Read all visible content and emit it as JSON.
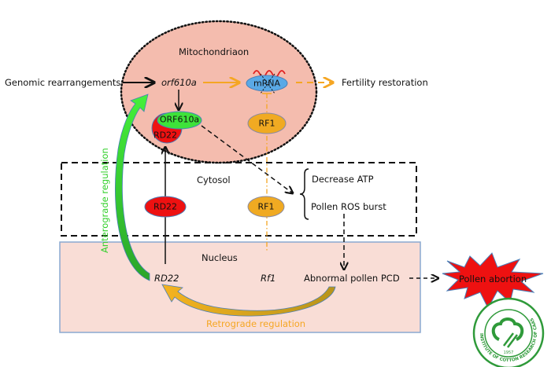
{
  "compartments": {
    "mitochondrion": {
      "label": "Mitochondriaon",
      "fill": "#f4bcae"
    },
    "cytosol": {
      "label": "Cytosol"
    },
    "nucleus": {
      "label": "Nucleus",
      "fill": "#f9ddd6",
      "border": "#8aa8d0"
    }
  },
  "labels": {
    "genomic": "Genomic rearrangements",
    "orf610a_gene": "orf610a",
    "fertility": "Fertility restoration",
    "decrease_atp": "Decrease ATP",
    "ros_burst": "Pollen ROS burst",
    "rd22_gene": "RD22",
    "rf1_gene": "Rf1",
    "pcd": "Abnormal pollen PCD",
    "anterograde": "Anterograde regulation",
    "retrograde": "Retrograde regulation",
    "pollen_abortion": "Pollen abortion"
  },
  "nodes": {
    "mrna": {
      "label": "mRNA",
      "fill": "#5aa9e6"
    },
    "orf610a_protein": {
      "label": "ORF610a",
      "fill": "#3ee23a"
    },
    "rd22_complex": {
      "label": "RD22",
      "fill": "#ee1111"
    },
    "rf1_mito": {
      "label": "RF1",
      "fill": "#f0aa22"
    },
    "rd22_cytosol": {
      "label": "RD22",
      "fill": "#ee1111"
    },
    "rf1_cytosol": {
      "label": "RF1",
      "fill": "#f0aa22"
    }
  },
  "colors": {
    "orange": "#f5a623",
    "green": "#34d02c",
    "black": "#111111",
    "wave": "#e02020",
    "starburst": "#ee1111"
  },
  "logo": {
    "name": "Institute of Cotton Research of CAAS",
    "year": "1957",
    "ring_text": "INSTITUTE OF COTTON RESEARCH OF CAAS",
    "color": "#2f9a3a"
  }
}
